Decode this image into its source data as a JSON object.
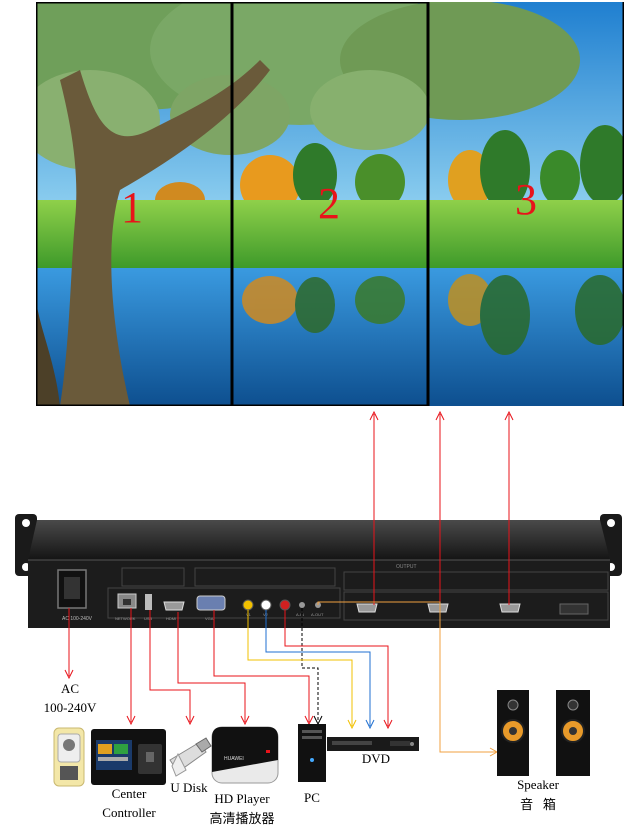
{
  "video_wall": {
    "panels": [
      {
        "number": "1"
      },
      {
        "number": "2"
      },
      {
        "number": "3"
      }
    ]
  },
  "processor": {
    "power_label": "AC 100-240V",
    "output_header": "OUTPUT",
    "port_labels": [
      "NETWORK",
      "USB",
      "HDMI",
      "VGA",
      "V1",
      "V2",
      "A-IN",
      "A-OUT"
    ]
  },
  "devices": {
    "power": {
      "label_line1": "AC",
      "label_line2": "100-240V"
    },
    "center_controller": {
      "label_line1": "Center",
      "label_line2": "Controller"
    },
    "u_disk": {
      "label": "U Disk"
    },
    "hd_player": {
      "label_line1": "HD Player",
      "label_line2": "高清播放器",
      "brand": "HUAWEI"
    },
    "pc": {
      "label": "PC"
    },
    "dvd": {
      "label": "DVD"
    },
    "speaker": {
      "label_line1": "Speaker",
      "label_line2": "音   箱"
    }
  },
  "colors": {
    "cable_red": "#e8131a",
    "cable_orange": "#f0a040",
    "cable_yellow": "#f2c000",
    "cable_blue": "#1f6fd0",
    "cable_black": "#000000",
    "sky": "#2f8fd8",
    "grass": "#5fb13a",
    "water": "#1d6fb8",
    "chassis": "#202020"
  }
}
